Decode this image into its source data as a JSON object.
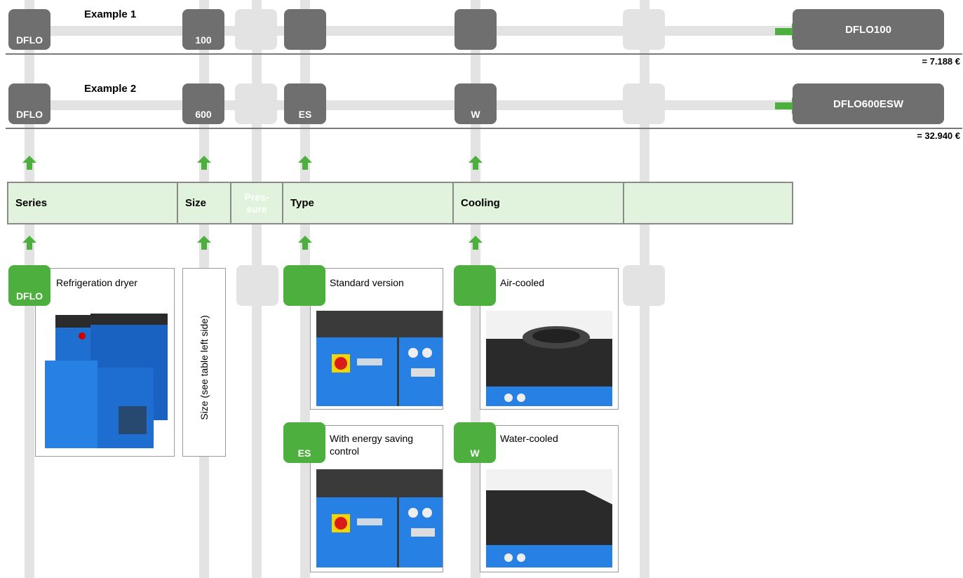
{
  "examples": [
    {
      "label": "Example 1",
      "series": "DFLO",
      "size": "100",
      "type": "",
      "cooling": "",
      "result": "DFLO100",
      "price": "= 7.188 €"
    },
    {
      "label": "Example 2",
      "series": "DFLO",
      "size": "600",
      "type": "ES",
      "cooling": "W",
      "result": "DFLO600ESW",
      "price": "= 32.940 €"
    }
  ],
  "headers": {
    "series": "Series",
    "size": "Size",
    "pressure": "Pres-\nsure",
    "type": "Type",
    "cooling": "Cooling",
    "extra": ""
  },
  "options": {
    "series": {
      "code": "DFLO",
      "label": "Refrigeration dryer"
    },
    "size": {
      "label": "Size (see table left side)"
    },
    "type_standard": {
      "code": "",
      "label": "Standard version"
    },
    "type_es": {
      "code": "ES",
      "label": "With energy saving control"
    },
    "cooling_air": {
      "code": "",
      "label": "Air-cooled"
    },
    "cooling_water": {
      "code": "W",
      "label": "Water-cooled"
    }
  },
  "colors": {
    "accent_green": "#4caf3e",
    "box_gray": "#6f6f6f",
    "header_bg": "#e1f3dc",
    "track": "#e3e3e3"
  }
}
